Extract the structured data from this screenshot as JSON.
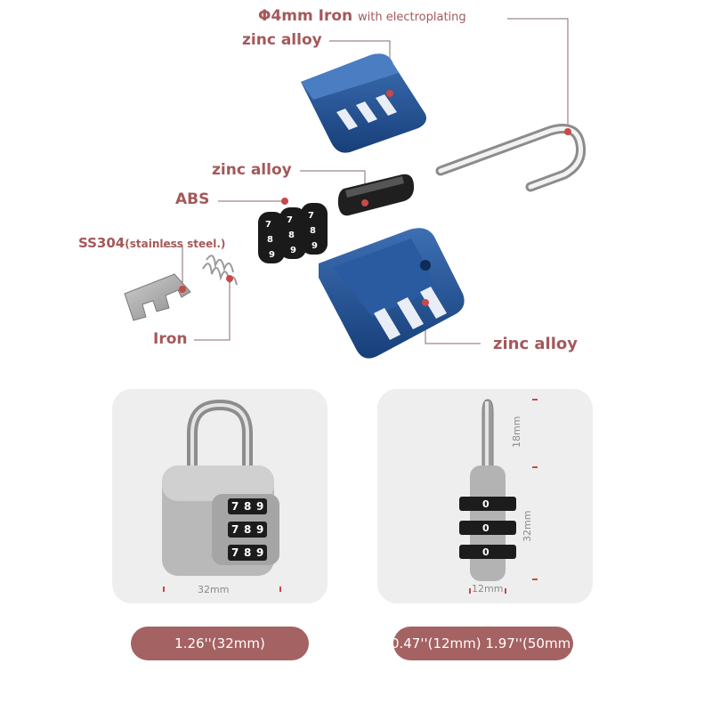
{
  "callouts": {
    "shackle_material": "Φ4mm Iron",
    "shackle_finish": "with electroplating",
    "top_case": "zinc alloy",
    "spindle": "zinc alloy",
    "dials": "ABS",
    "plate_material": "SS304",
    "plate_note": "(stainless steel.)",
    "spring": "Iron",
    "bottom_case": "zinc alloy"
  },
  "dial_digits": [
    "7",
    "8",
    "9"
  ],
  "side_digit": "0",
  "front_view": {
    "width_label": "32mm",
    "pill": "1.26''(32mm)"
  },
  "side_view": {
    "depth_label": "12mm",
    "shackle_label": "18mm",
    "body_label": "32mm",
    "pill": "0.47''(12mm) 1.97''(50mm)"
  },
  "colors": {
    "label": "#a5585a",
    "pill": "#a56262",
    "case_blue": "#1f4f8f",
    "panel": "#eeeeee"
  }
}
